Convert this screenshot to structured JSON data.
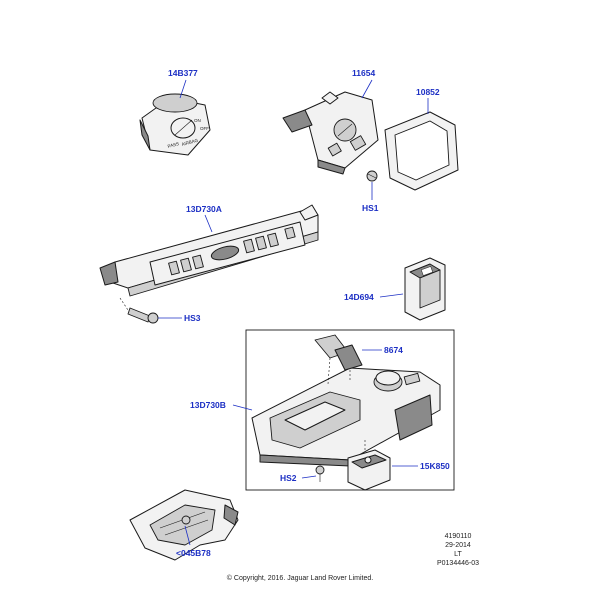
{
  "callouts": {
    "c14B377": "14B377",
    "c11654": "11654",
    "c10852": "10852",
    "cHS1": "HS1",
    "c13D730A": "13D730A",
    "c14D694": "14D694",
    "cHS3": "HS3",
    "c8674": "8674",
    "c13D730B": "13D730B",
    "c15K850": "15K850",
    "cHS2": "HS2",
    "c045B78": "<045B78"
  },
  "part_markings": {
    "airbag_on": "ON",
    "airbag_off": "OFF",
    "airbag_pass": "PASS",
    "airbag_airbag": "AIRBAG"
  },
  "meta": {
    "code1": "4190110",
    "code2": "29-2014",
    "code3": "LT",
    "code4": "P0134446-03"
  },
  "copyright": "© Copyright, 2016. Jaguar Land Rover Limited.",
  "colors": {
    "callout": "#1c2fc4",
    "line_art": "#1a1a1a"
  }
}
